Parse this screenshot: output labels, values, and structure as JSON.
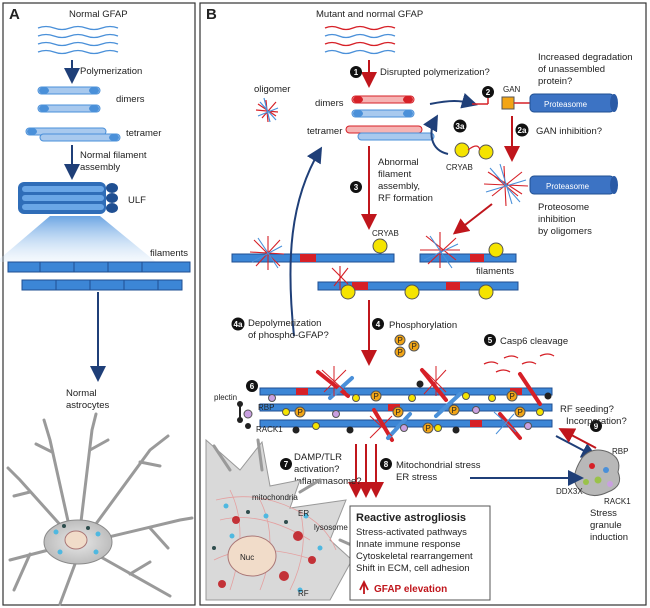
{
  "panel_a": {
    "letter": "A",
    "title": "Normal GFAP",
    "polymerization": "Polymerization",
    "dimers": "dimers",
    "tetramer": "tetramer",
    "normal_assembly_1": "Normal filament",
    "normal_assembly_2": "assembly",
    "ulf": "ULF",
    "filaments": "filaments",
    "normal_astrocytes_1": "Normal",
    "normal_astrocytes_2": "astrocytes"
  },
  "panel_b": {
    "letter": "B",
    "title": "Mutant and normal GFAP",
    "step1": "Disrupted polymerization?",
    "oligomer": "oligomer",
    "dimers": "dimers",
    "tetramer": "tetramer",
    "step2_l1": "Increased degradation",
    "step2_l2": "of unassembled",
    "step2_l3": "protein?",
    "gan": "GAN",
    "proteasome": "Proteasome",
    "step2a": "GAN inhibition?",
    "cryab": "CRYAB",
    "step3_l1": "Abnormal",
    "step3_l2": "filament",
    "step3_l3": "assembly,",
    "step3_l4": "RF formation",
    "proteasome2": "Proteasome",
    "prot_inhib_1": "Proteosome",
    "prot_inhib_2": "inhibition",
    "prot_inhib_3": "by oligomers",
    "cryab2": "CRYAB",
    "filaments": "filaments",
    "step4a_l1": "Depolymerization",
    "step4a_l2": "of phospho-GFAP?",
    "step4": "Phosphorylation",
    "step5": "Casp6 cleavage",
    "plectin": "plectin",
    "rbp": "RBP",
    "rack1": "RACK1",
    "step9_l1": "RF seeding?",
    "step9_l2": "Incorporation?",
    "rbp2": "RBP",
    "ddx3x": "DDX3X",
    "rack1b": "RACK1",
    "stress_1": "Stress",
    "stress_2": "granule",
    "stress_3": "induction",
    "step7_l1": "DAMP/TLR",
    "step7_l2": "activation?",
    "step7_l3": "Inflammasome?",
    "step8_l1": "Mitochondrial stress",
    "step8_l2": "ER stress",
    "mitochondria": "mitochondria",
    "er": "ER",
    "lysosome": "lysosome",
    "nuc": "Nuc",
    "rf": "RF",
    "reactive_title": "Reactive astrogliosis",
    "reactive_items": [
      "Stress-activated pathways",
      "Innate immune response",
      "Cytoskeletal rearrangement",
      "Shift in ECM, cell adhesion"
    ],
    "gfap_elevation": "GFAP elevation",
    "step_numbers": [
      "1",
      "2",
      "2a",
      "3",
      "3a",
      "4",
      "4a",
      "5",
      "6",
      "7",
      "8",
      "9"
    ]
  },
  "colors": {
    "normal_blue": "#4a90d9",
    "mutant_red": "#d62027",
    "arrow_red": "#c0161c",
    "arrow_navy": "#1f3f78",
    "cryab_yellow": "#f5e400",
    "phospho_orange": "#f2a516",
    "proteasome_blue": "#3c73c4"
  }
}
